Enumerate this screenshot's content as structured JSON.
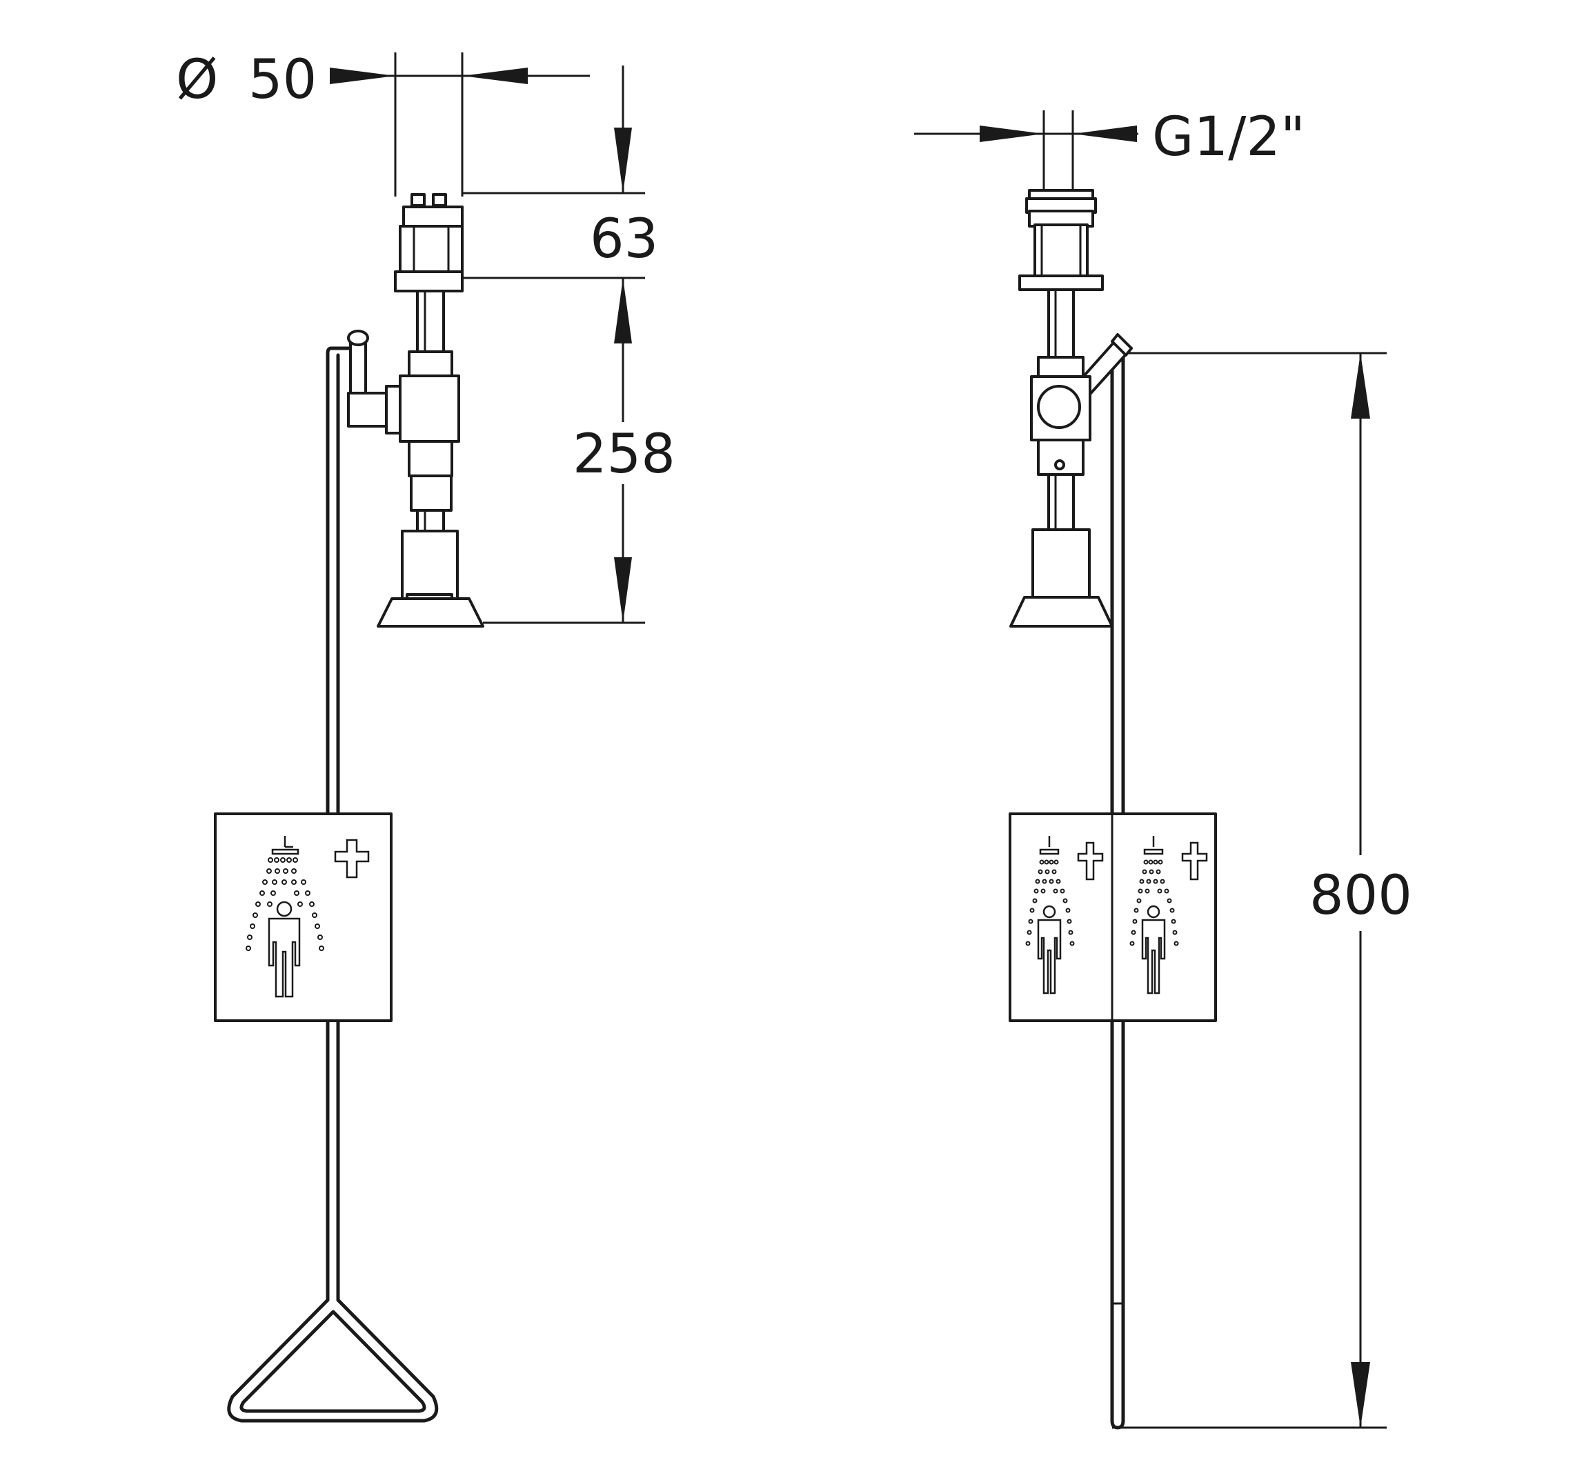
{
  "dimensions": {
    "diameter_symbol": "Ø",
    "diameter_value": "50",
    "thread": "G1/2\"",
    "head_height": "63",
    "valve_height": "258",
    "total_height": "800"
  },
  "signs": {
    "left_icons": [
      "shower-icon",
      "first-aid-cross-icon",
      "person-icon"
    ],
    "right_icons": [
      "shower-icon",
      "first-aid-cross-icon",
      "person-icon",
      "shower-icon",
      "first-aid-cross-icon",
      "person-icon"
    ]
  }
}
